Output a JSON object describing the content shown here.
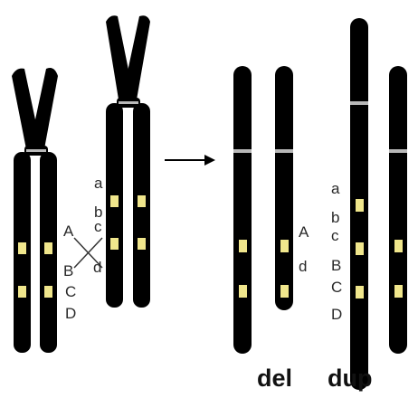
{
  "colors": {
    "chromosome": "#000000",
    "centromere_band": "#b8b8b8",
    "gene_band": "#f0e68c",
    "gene_band_edge": "#c8b840",
    "arrow": "#000000",
    "crossover_line": "#333333"
  },
  "icons": {
    "process_arrow": "right-arrow-icon",
    "crossover": "cross-lines-icon"
  },
  "before": {
    "left_chromosome_labels": [
      "A",
      "B",
      "C",
      "D"
    ],
    "right_chromosome_labels": [
      "a",
      "b",
      "c",
      "d"
    ]
  },
  "after": {
    "deletion_labels": [
      "A",
      "d"
    ],
    "duplication_labels": [
      "a",
      "b",
      "c",
      "B",
      "C",
      "D"
    ],
    "del_label": "del",
    "dup_label": "dup"
  }
}
